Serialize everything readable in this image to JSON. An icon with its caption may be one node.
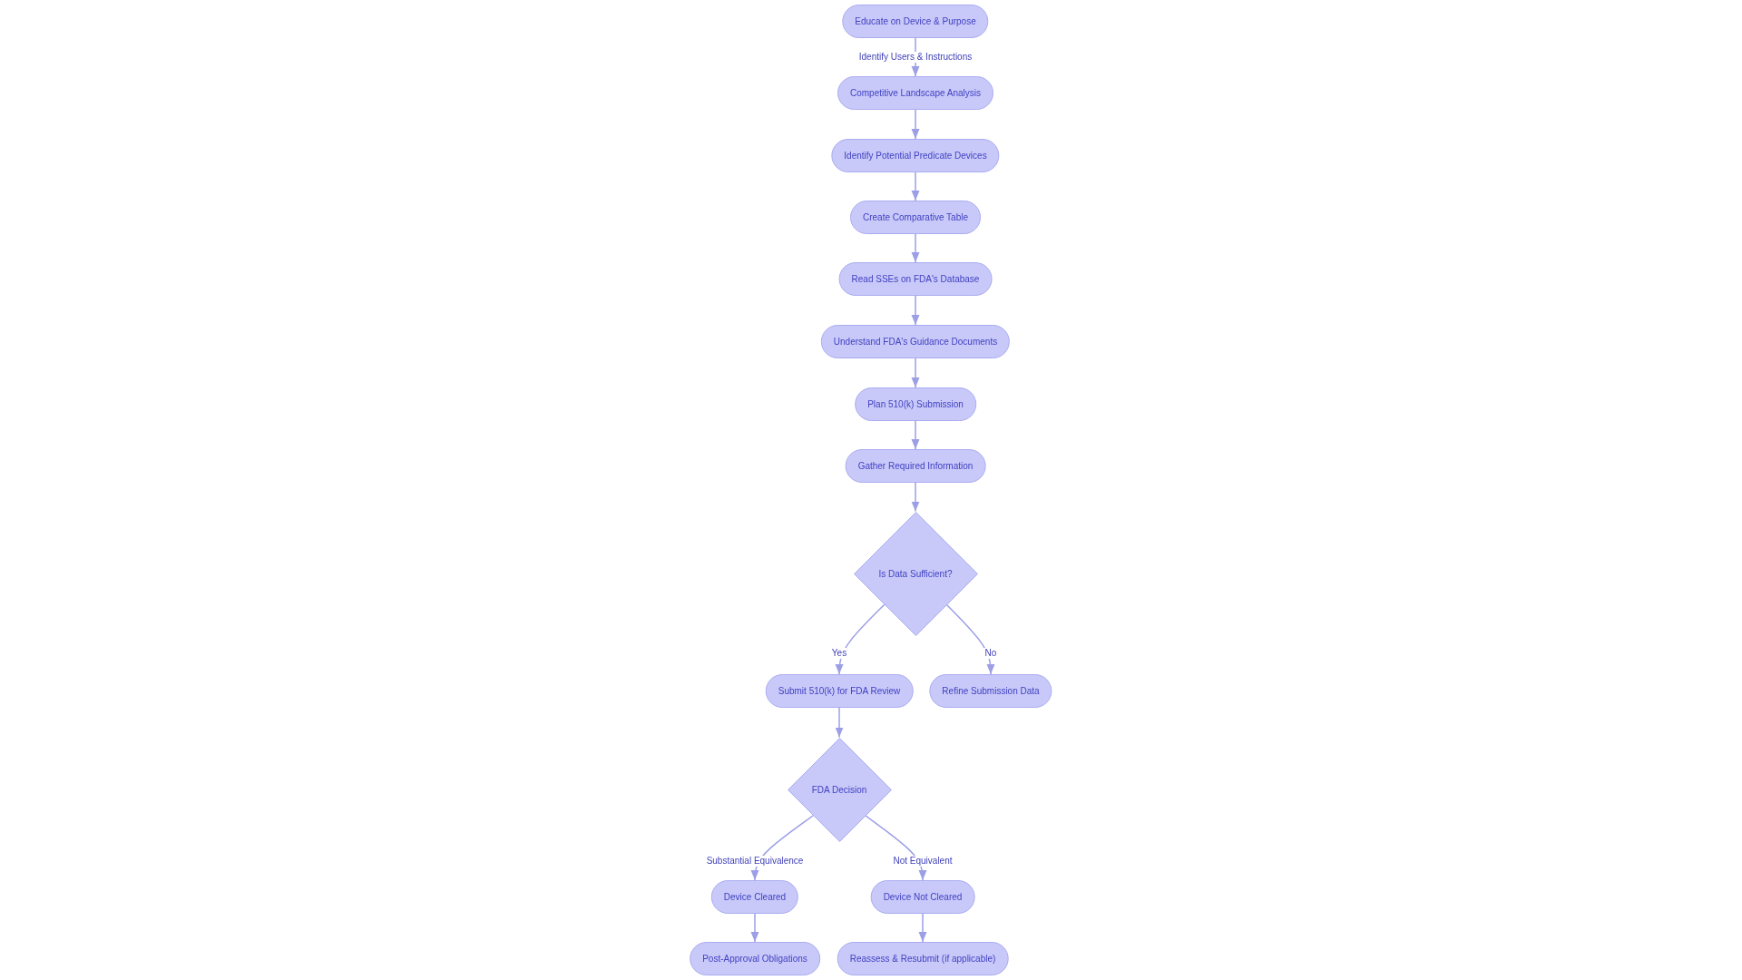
{
  "diagram": {
    "nodes": [
      {
        "text": [
          "Educate on Device & Purpose"
        ]
      },
      {
        "text": [
          "Competitive Landscape Analysis"
        ]
      },
      {
        "text": [
          "Identify Potential Predicate Devices"
        ]
      },
      {
        "text": [
          "Create Comparative Table"
        ]
      },
      {
        "text": [
          "Read SSEs on FDA's Database"
        ]
      },
      {
        "text": [
          "Understand FDA's Guidance Documents"
        ]
      },
      {
        "text": [
          "Plan 510(k) Submission"
        ]
      },
      {
        "text": [
          "Gather Required Information"
        ]
      },
      {
        "text": [
          "Is Data Sufficient?"
        ]
      },
      {
        "text": [
          "Submit 510(k) for FDA Review"
        ]
      },
      {
        "text": [
          "Refine Submission Data"
        ]
      },
      {
        "text": [
          "FDA Decision"
        ]
      },
      {
        "text": [
          "Device Cleared"
        ]
      },
      {
        "text": [
          "Device Not Cleared"
        ]
      },
      {
        "text": [
          "Post-Approval Obligations"
        ]
      },
      {
        "text": [
          "Reassess & Resubmit (if applicable)"
        ]
      }
    ],
    "edges": [
      {
        "from": 0,
        "to": 1,
        "arrow": "to",
        "label": "Identify Users & Instructions"
      },
      {
        "from": 1,
        "to": 2,
        "arrow": "to"
      },
      {
        "from": 2,
        "to": 3,
        "arrow": "to"
      },
      {
        "from": 3,
        "to": 4,
        "arrow": "to"
      },
      {
        "from": 4,
        "to": 5,
        "arrow": "to"
      },
      {
        "from": 5,
        "to": 6,
        "arrow": "to"
      },
      {
        "from": 6,
        "to": 7,
        "arrow": "to"
      },
      {
        "from": 7,
        "to": 8,
        "arrow": "to"
      },
      {
        "from": 8,
        "to": 9,
        "arrow": "to",
        "label": "Yes"
      },
      {
        "from": 8,
        "to": 10,
        "arrow": "to",
        "label": "No"
      },
      {
        "from": 9,
        "to": 11,
        "arrow": "to"
      },
      {
        "from": 11,
        "to": 12,
        "arrow": "to",
        "label": "Substantial Equivalence"
      },
      {
        "from": 11,
        "to": 13,
        "arrow": "to",
        "label": "Not Equivalent"
      },
      {
        "from": 12,
        "to": 14,
        "arrow": "to"
      },
      {
        "from": 13,
        "to": 15,
        "arrow": "to"
      }
    ]
  }
}
